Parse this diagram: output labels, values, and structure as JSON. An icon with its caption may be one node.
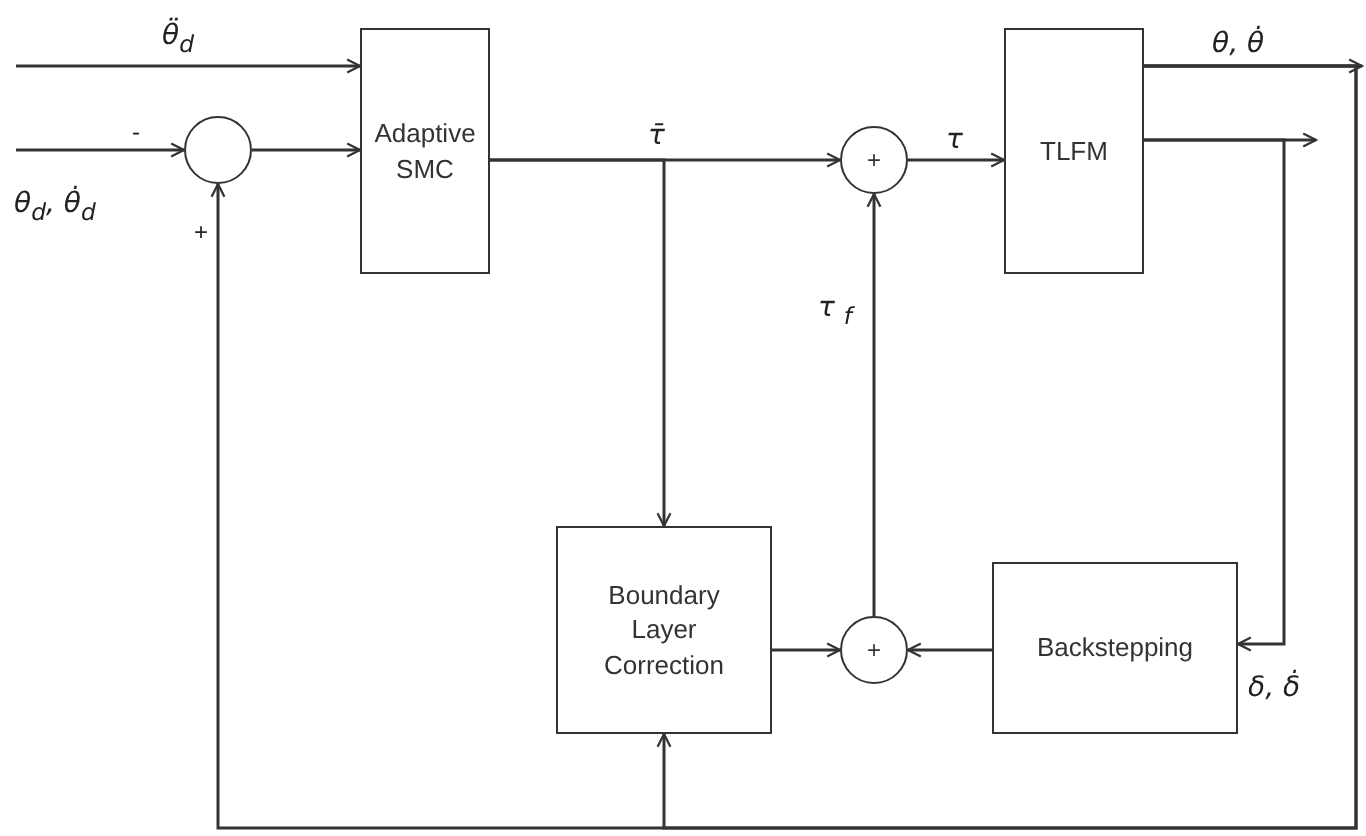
{
  "diagram": {
    "nodes": [
      {
        "text": [],
        "shape": "circle"
      },
      {
        "text": [
          "Adaptive SMC"
        ]
      },
      {
        "text": [
          "+"
        ]
      },
      {
        "text": [
          "TLFM"
        ]
      },
      {
        "text": [
          "Boundary Layer Correction"
        ]
      },
      {
        "text": [
          "+"
        ]
      },
      {
        "text": [
          "Backstepping"
        ]
      }
    ],
    "edges": [
      {
        "from": null,
        "to": 1,
        "arrow": "to",
        "label": "θ̈$_{d}$"
      },
      {
        "from": null,
        "to": 0,
        "arrow": "to",
        "label": "θ$_{d}$, θ̇$_{d}$"
      },
      {
        "from": 0,
        "to": 1,
        "arrow": "to"
      },
      {
        "from": 1,
        "to": 2,
        "arrow": "to",
        "label": "τ̄"
      },
      {
        "from": 1,
        "to": 4,
        "arrow": "to"
      },
      {
        "from": 2,
        "to": 3,
        "arrow": "to",
        "label": "τ"
      },
      {
        "from": 3,
        "to": null,
        "arrow": "to",
        "label": "θ, θ̇"
      },
      {
        "from": 3,
        "to": null,
        "arrow": "to"
      },
      {
        "from": 3,
        "to": 6,
        "arrow": "to",
        "label": "δ, δ̇"
      },
      {
        "from": 3,
        "to": 0,
        "arrow": "to"
      },
      {
        "from": 3,
        "to": 4,
        "arrow": "to"
      },
      {
        "from": 4,
        "to": 5,
        "arrow": "to"
      },
      {
        "from": 6,
        "to": 5,
        "arrow": "to"
      },
      {
        "from": 5,
        "to": 2,
        "arrow": "to",
        "label": "τ $_{f}$"
      }
    ],
    "labels": [
      "-",
      "+"
    ]
  }
}
